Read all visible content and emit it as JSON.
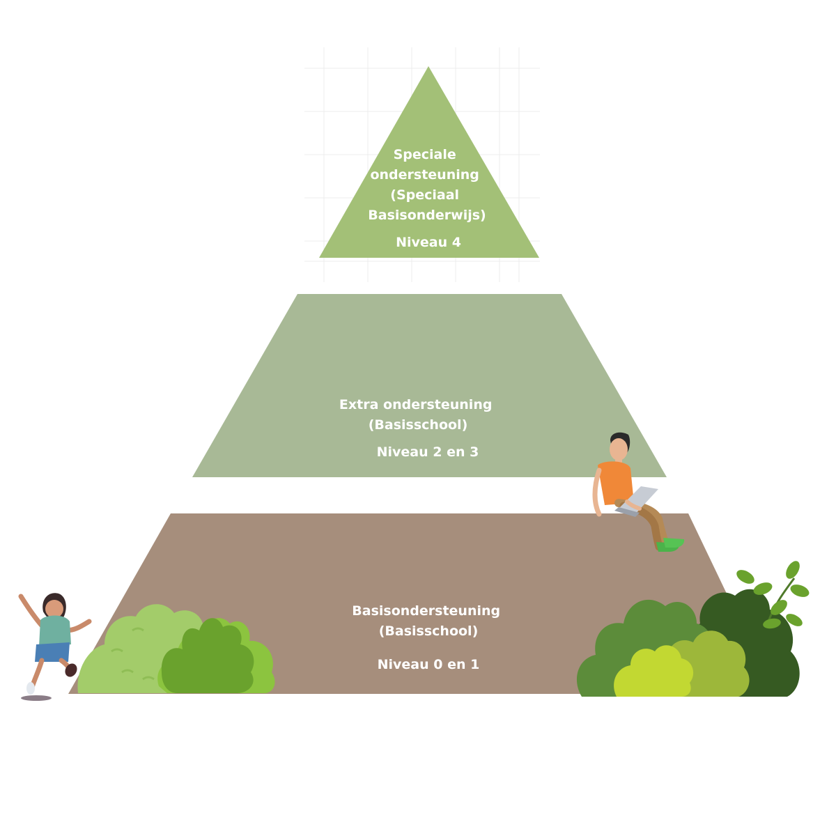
{
  "pyramid": {
    "levels": [
      {
        "id": "level-4",
        "title_lines": [
          "Speciale",
          "ondersteuning",
          "(Speciaal",
          "Basisonderwijs)"
        ],
        "niveau": "Niveau 4",
        "color": "#a3c077"
      },
      {
        "id": "level-2-3",
        "title_lines": [
          "Extra ondersteuning",
          "(Basisschool)"
        ],
        "niveau": "Niveau 2 en 3",
        "color": "#a8b996"
      },
      {
        "id": "level-0-1",
        "title_lines": [
          "Basisondersteuning",
          "(Basisschool)"
        ],
        "niveau": "Niveau 0 en 1",
        "color": "#a68e7c"
      }
    ]
  },
  "illustrations": {
    "girl": "jumping-girl-illustration",
    "man": "man-with-laptop-illustration",
    "bushes_left": "bush-illustration",
    "bushes_right": "bush-illustration",
    "leaves": "leaf-branch-illustration"
  }
}
